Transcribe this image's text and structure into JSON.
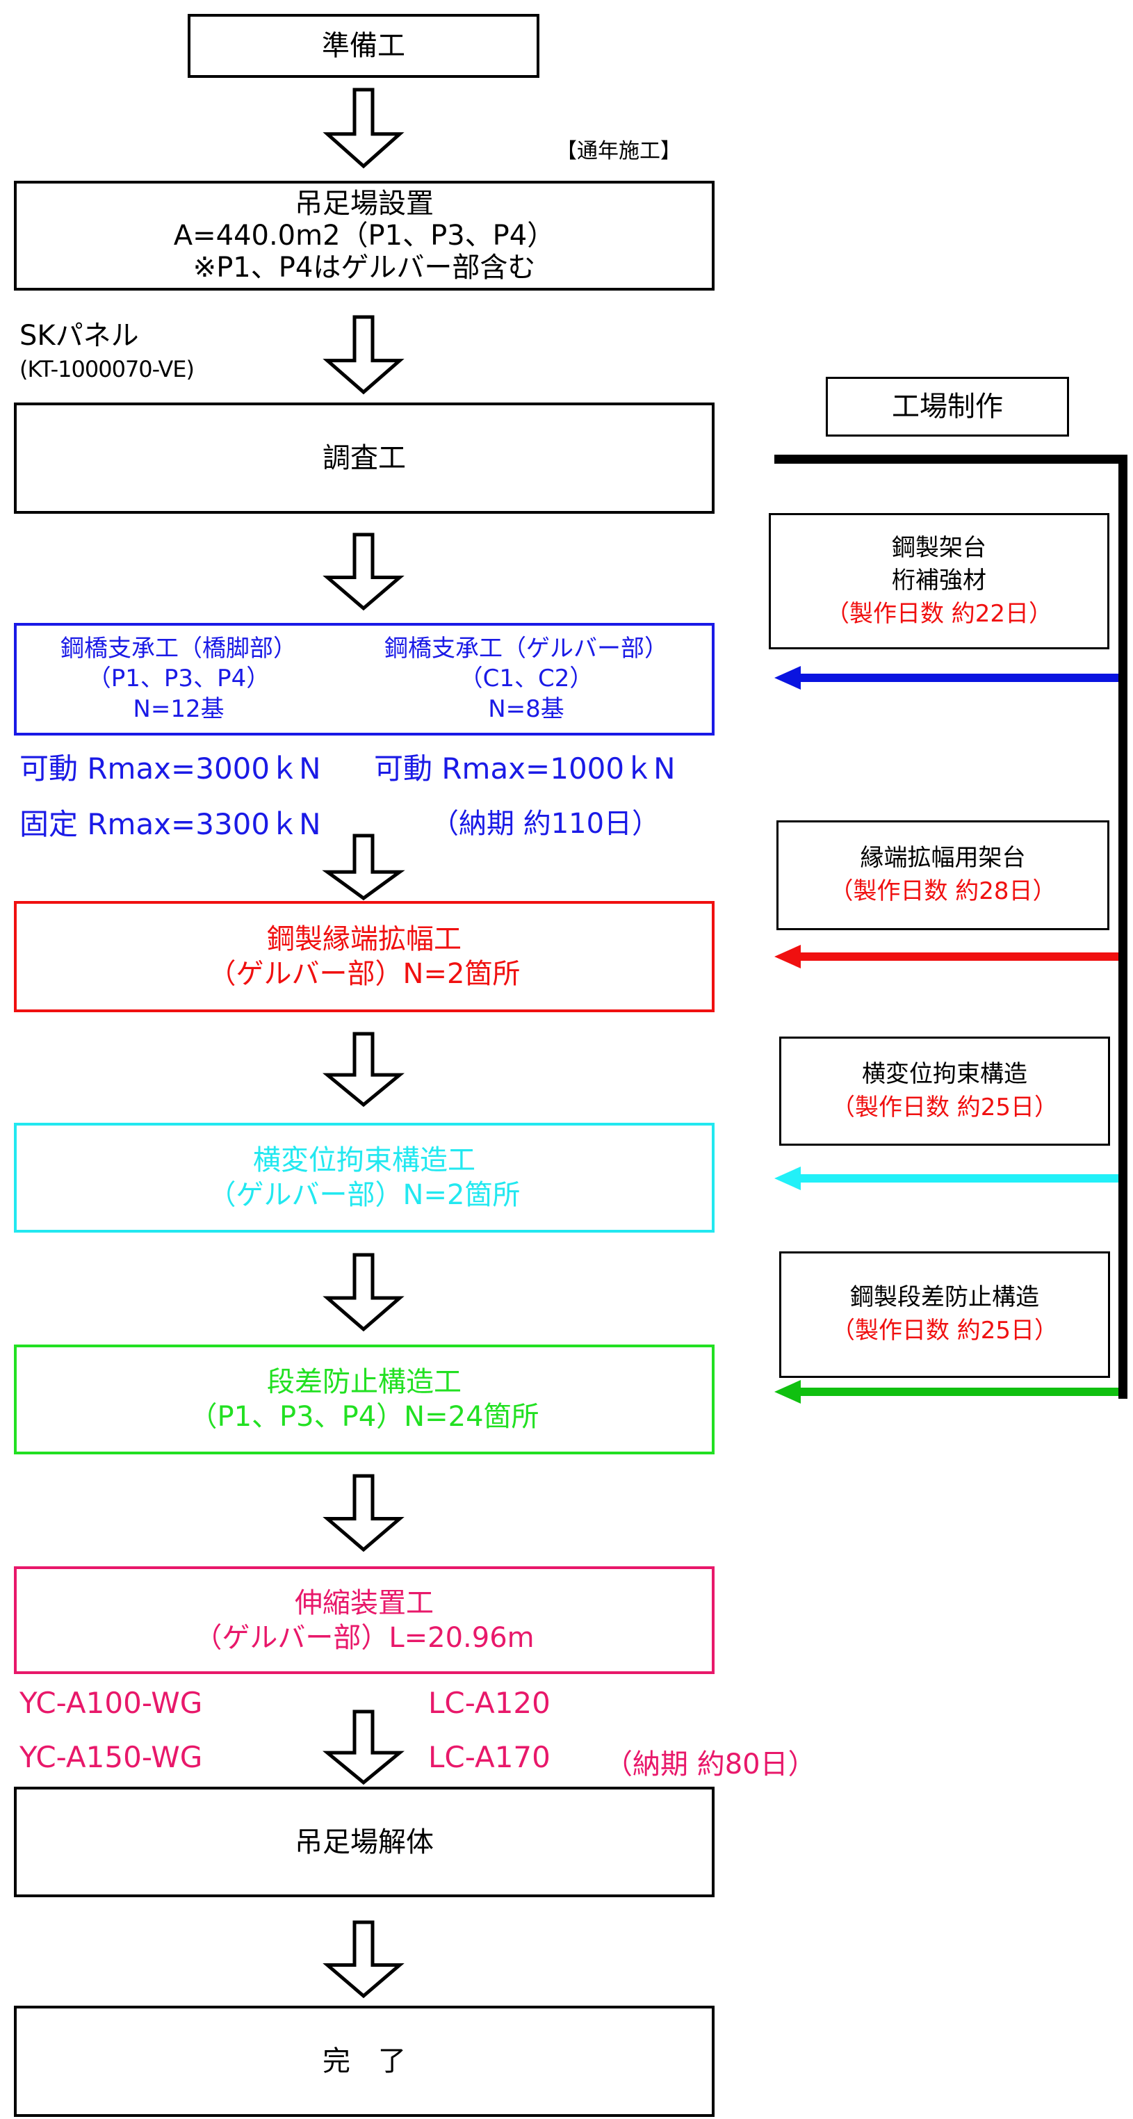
{
  "flow": {
    "step_prep": "準備工",
    "year_round_note": "【通年施工】",
    "step_scaffold": {
      "title": "吊足場設置",
      "line2": "A=440.0m2（P1、P3、P4）",
      "line3": "※P1、P4はゲルバー部含む"
    },
    "sk_panel": {
      "name": "SKパネル",
      "code": "(KT-1000070-VE)"
    },
    "step_survey": "調査工",
    "step_bearing": {
      "left": {
        "title": "鋼橋支承工（橋脚部）",
        "piers": "（P1、P3、P4）",
        "count": "N=12基"
      },
      "right": {
        "title": "鋼橋支承工（ゲルバー部）",
        "piers": "（C1、C2）",
        "count": "N=8基"
      },
      "note_row1_left": "可動 Rmax=3000ｋN",
      "note_row1_right": "可動 Rmax=1000ｋN",
      "note_row2_left": "固定 Rmax=3300ｋN",
      "note_row2_right": "（納期 約110日）",
      "color": "#1a1ae6"
    },
    "step_edge_widening": {
      "line1": "鋼製縁端拡幅工",
      "line2": "（ゲルバー部）N=2箇所",
      "color": "#f01010"
    },
    "step_lateral": {
      "line1": "横変位拘束構造工",
      "line2": "（ゲルバー部）N=2箇所",
      "color": "#22e8f0"
    },
    "step_step_prevention": {
      "line1": "段差防止構造工",
      "line2": "（P1、P3、P4）N=24箇所",
      "color": "#22e022"
    },
    "step_expansion": {
      "line1": "伸縮装置工",
      "line2": "（ゲルバー部）L=20.96m",
      "color": "#e8186a",
      "models_row1_left": "YC-A100-WG",
      "models_row1_right": "LC-A120",
      "models_row2_left": "YC-A150-WG",
      "models_row2_right": "LC-A170",
      "delivery": "（納期 約80日）"
    },
    "step_scaffold_removal": "吊足場解体",
    "step_complete": "完　了"
  },
  "factory": {
    "header": "工場制作",
    "items": [
      {
        "line1": "鋼製架台",
        "line2": "桁補強材",
        "days": "（製作日数 約22日）",
        "arrow_color": "#0a14e0"
      },
      {
        "line1": "縁端拡幅用架台",
        "days": "（製作日数 約28日）",
        "arrow_color": "#f01010"
      },
      {
        "line1": "横変位拘束構造",
        "days": "（製作日数 約25日）",
        "arrow_color": "#22f0f8"
      },
      {
        "line1": "鋼製段差防止構造",
        "days": "（製作日数 約25日）",
        "arrow_color": "#10c010"
      }
    ]
  }
}
